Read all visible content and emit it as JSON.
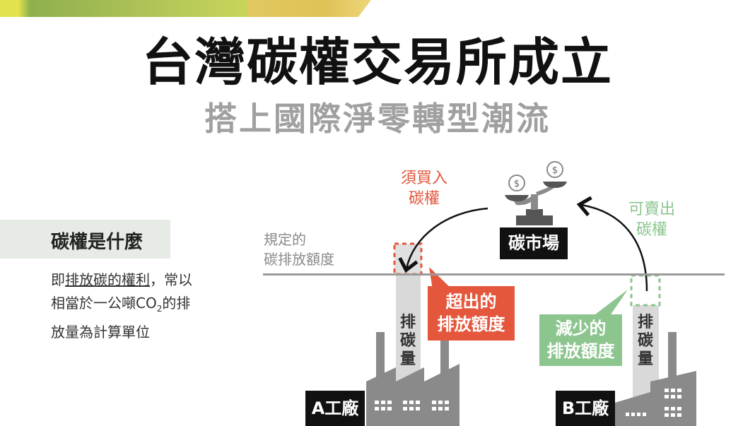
{
  "header": {
    "title": "台灣碳權交易所成立",
    "subtitle": "搭上國際淨零轉型潮流"
  },
  "definition": {
    "heading": "碳權是什麼",
    "text_prefix": "即",
    "text_underlined": "排放碳的權利",
    "text_line1_rest": "，常以",
    "text_line2_a": "相當於一公噸CO",
    "text_line2_sub": "2",
    "text_line2_b": "的排",
    "text_line3": "放量為計算單位"
  },
  "diagram": {
    "quota_label_line1": "規定的",
    "quota_label_line2": "碳排放額度",
    "market_label": "碳市場",
    "buy_line1": "須買入",
    "buy_line2": "碳權",
    "sell_line1": "可賣出",
    "sell_line2": "碳權",
    "factory_a": {
      "label": "A工廠",
      "emission_label": [
        "排",
        "碳",
        "量"
      ],
      "callout_line1": "超出的",
      "callout_line2": "排放額度"
    },
    "factory_b": {
      "label": "B工廠",
      "emission_label": [
        "排",
        "碳",
        "量"
      ],
      "callout_line1": "減少的",
      "callout_line2": "排放額度"
    },
    "coin_symbol": "$"
  },
  "colors": {
    "red": "#e4573d",
    "green": "#8cc58e",
    "gray_factory": "#8a8a8a",
    "chimney": "#d9d9d9"
  }
}
